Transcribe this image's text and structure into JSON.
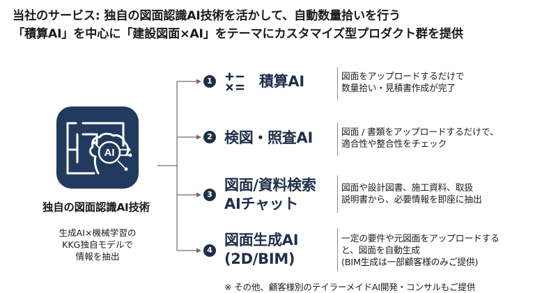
{
  "headline": {
    "line1": "当社のサービス: 独自の図面認識AI技術を活かして、自動数量拾いを行う",
    "line2": "「積算AI」を中心に「建設図面×AI」をテーマにカスタマイズ型プロダクト群を提供"
  },
  "core": {
    "logo_text": "AI",
    "title": "独自の図面認識AI技術",
    "desc": [
      "生成AI×機械学習の",
      "KKG独自モデルで",
      "情報を抽出"
    ]
  },
  "services": [
    {
      "number": "1",
      "title": [
        "積算AI"
      ],
      "desc": [
        "図面をアップロードするだけで",
        "数量拾い・見積書作成が完了"
      ]
    },
    {
      "number": "2",
      "title": [
        "検図・照査AI"
      ],
      "desc": [
        "図面 / 書類をアップロードするだけで、",
        "適合性や整合性をチェック"
      ]
    },
    {
      "number": "3",
      "title": [
        "図面/資料検索",
        "AIチャット"
      ],
      "desc": [
        "図面や設計図書、施工資料、取扱",
        "説明書から、必要情報を即座に抽出"
      ]
    },
    {
      "number": "4",
      "title": [
        "図面生成AI",
        "(2D/BIM)"
      ],
      "desc": [
        "一定の要件や元図面をアップロードする",
        "と、図面を自動生成",
        "(BIM生成は一部顧客様のみご提供)"
      ]
    }
  ],
  "footnote": "※ その他、顧客様別のテイラーメイドAI開発・コンサルもご提供",
  "colors": {
    "navy": "#1f2f48",
    "logo_bg": "#223a5e",
    "connector": "#6d6d6d"
  },
  "icons": {
    "calc": "calculator-symbols-icon",
    "logo": "ai-head-blueprint-icon"
  }
}
